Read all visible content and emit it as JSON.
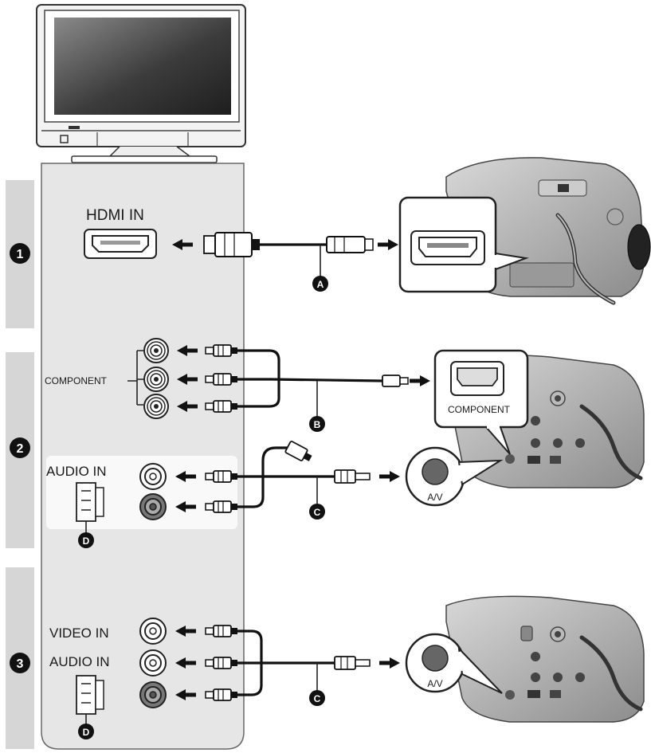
{
  "steps": [
    "1",
    "2",
    "3"
  ],
  "cable_letters": {
    "a": "A",
    "b": "B",
    "c": "C",
    "d": "D"
  },
  "tv_labels": {
    "hdmi_in": "HDMI IN",
    "component": "COMPONENT",
    "audio_in": "AUDIO IN",
    "video_in": "VIDEO IN"
  },
  "camera_labels": {
    "component": "COMPONENT",
    "av": "A/V"
  }
}
